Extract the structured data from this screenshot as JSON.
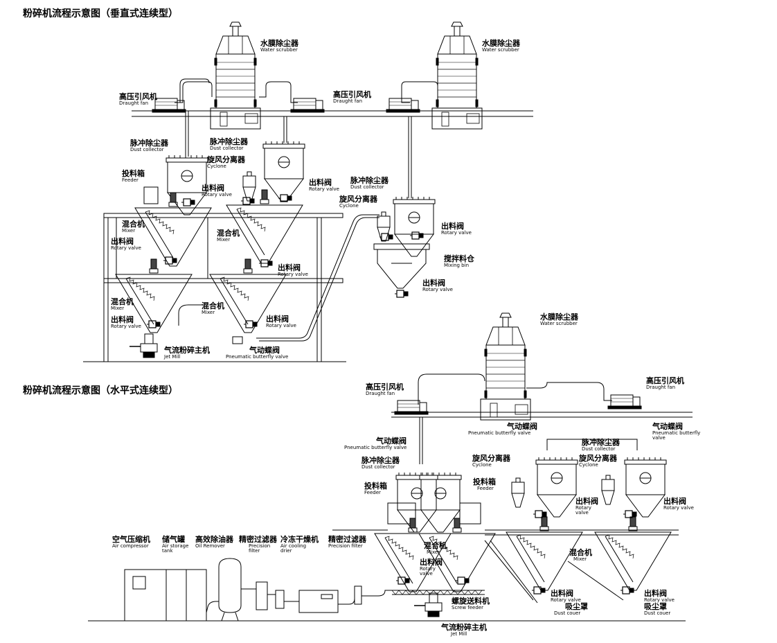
{
  "titles": {
    "vertical": "粉碎机流程示意图（垂直式连续型）",
    "horizontal": "粉碎机流程示意图（水平式连续型）"
  },
  "labels": [
    {
      "cn": "水膜除尘器",
      "en": "Water scrubber"
    },
    {
      "cn": "水膜除尘器",
      "en": "Water scrubber"
    },
    {
      "cn": "高压引风机",
      "en": "Draught fan"
    },
    {
      "cn": "高压引风机",
      "en": "Draught fan"
    },
    {
      "cn": "脉冲除尘器",
      "en": "Dust collector"
    },
    {
      "cn": "脉冲除尘器",
      "en": "Dust collector"
    },
    {
      "cn": "旋风分离器",
      "en": "Cyclone"
    },
    {
      "cn": "投料箱",
      "en": "Feeder"
    },
    {
      "cn": "出料阀",
      "en": "Rotary valve"
    },
    {
      "cn": "出料阀",
      "en": "Rotary valve"
    },
    {
      "cn": "脉冲除尘器",
      "en": "Dust collector"
    },
    {
      "cn": "旋风分离器",
      "en": "Cyclone"
    },
    {
      "cn": "出料阀",
      "en": "Rotary valve"
    },
    {
      "cn": "混合机",
      "en": "Mixer"
    },
    {
      "cn": "混合机",
      "en": "Mixer"
    },
    {
      "cn": "出料阀",
      "en": "Rotary valve"
    },
    {
      "cn": "出料阀",
      "en": "Rotary valve"
    },
    {
      "cn": "搅拌料仓",
      "en": "Mixing bin"
    },
    {
      "cn": "出料阀",
      "en": "Rotary valve"
    },
    {
      "cn": "混合机",
      "en": "Mixer"
    },
    {
      "cn": "混合机",
      "en": "Mixer"
    },
    {
      "cn": "出料阀",
      "en": "Rotary valve"
    },
    {
      "cn": "出料阀",
      "en": "Rotary valve"
    },
    {
      "cn": "气流粉碎主机",
      "en": "Jet Mill"
    },
    {
      "cn": "气动蝶阀",
      "en": "Pneumatic butterfly valve"
    },
    {
      "cn": "水膜除尘器",
      "en": "Water scrubber"
    },
    {
      "cn": "高压引风机",
      "en": "Draught fan"
    },
    {
      "cn": "高压引风机",
      "en": "Draught fan"
    },
    {
      "cn": "气动蝶阀",
      "en": "Pneumatic butterfly valve"
    },
    {
      "cn": "气动蝶阀",
      "en": "Pneumatic butterfly valve"
    },
    {
      "cn": "气动蝶阀",
      "en": "Pneumatic butterfly valve"
    },
    {
      "cn": "脉冲除尘器",
      "en": "Dust collector"
    },
    {
      "cn": "脉冲除尘器",
      "en": "Dust collector"
    },
    {
      "cn": "旋风分离器",
      "en": "Cyclone"
    },
    {
      "cn": "旋风分离器",
      "en": "Cyclone"
    },
    {
      "cn": "投料箱",
      "en": "Feeder"
    },
    {
      "cn": "投料箱",
      "en": "Feeder"
    },
    {
      "cn": "出料阀",
      "en": "Rotary valve"
    },
    {
      "cn": "出料阀",
      "en": "Rotary valve"
    },
    {
      "cn": "混合机",
      "en": "Mixer"
    },
    {
      "cn": "出料阀",
      "en": "Rotary valve"
    },
    {
      "cn": "混合机",
      "en": "Mixer"
    },
    {
      "cn": "空气压缩机",
      "en": "Air compressor"
    },
    {
      "cn": "储气罐",
      "en": "Air storage tank"
    },
    {
      "cn": "高效除油器",
      "en": "Oil Remover"
    },
    {
      "cn": "精密过滤器",
      "en": "Precision filter"
    },
    {
      "cn": "冷冻干燥机",
      "en": "Air cooling drier"
    },
    {
      "cn": "精密过滤器",
      "en": "Precision filter"
    },
    {
      "cn": "螺旋送料机",
      "en": "Screw feeder"
    },
    {
      "cn": "气流粉碎主机",
      "en": "Jet Mill"
    },
    {
      "cn": "出料阀",
      "en": "Rotary valve"
    },
    {
      "cn": "吸尘罩",
      "en": "Dust couer"
    },
    {
      "cn": "出料阀",
      "en": "Rotary valve"
    },
    {
      "cn": "吸尘罩",
      "en": "Dust couer"
    }
  ]
}
